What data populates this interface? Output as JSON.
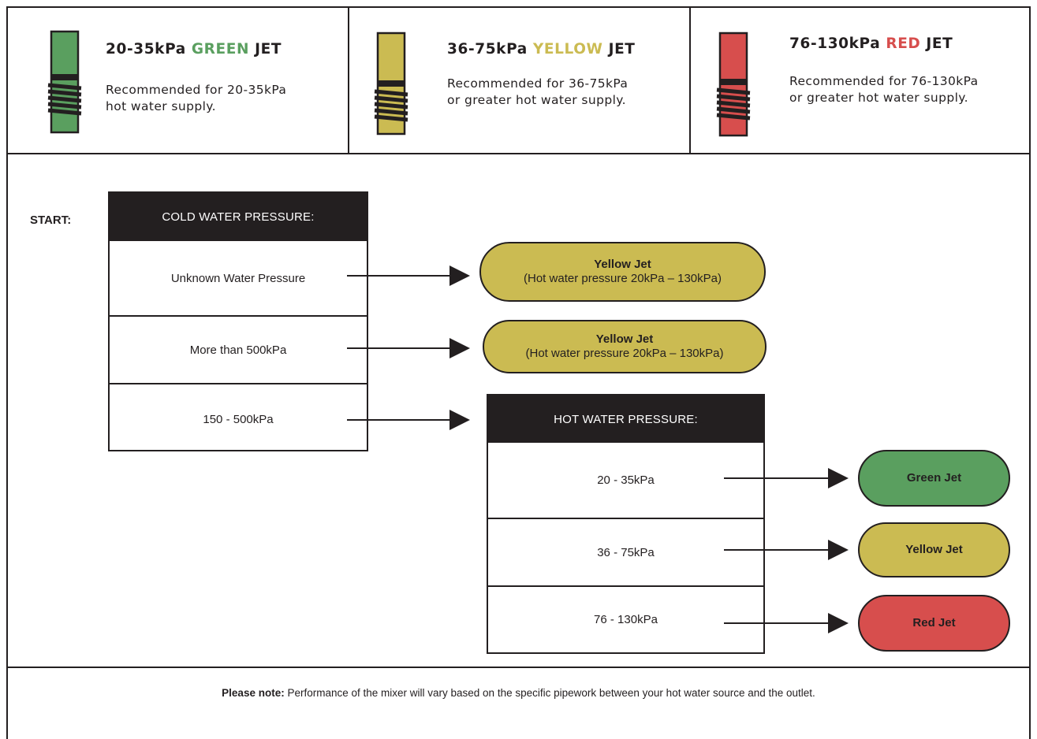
{
  "jets": [
    {
      "title_pre": "20-35kPa ",
      "title_color_word": "GREEN",
      "title_post": " JET",
      "description_line1": "Recommended for 20-35kPa",
      "description_line2": "hot water supply.",
      "color": "#5a9f5f",
      "icon": "green-jet-icon"
    },
    {
      "title_pre": "36-75kPa ",
      "title_color_word": "YELLOW",
      "title_post": " JET",
      "description_line1": "Recommended for 36-75kPa",
      "description_line2": "or greater hot water supply.",
      "color": "#cbbb52",
      "icon": "yellow-jet-icon"
    },
    {
      "title_pre": "76-130kPa ",
      "title_color_word": "RED",
      "title_post": " JET",
      "description_line1": "Recommended for 76-130kPa",
      "description_line2": "or greater hot water supply.",
      "color": "#d74e4d",
      "icon": "red-jet-icon"
    }
  ],
  "flow": {
    "start_label": "START:",
    "cold_table": {
      "header": "COLD WATER PRESSURE:",
      "rows": [
        "Unknown Water Pressure",
        "More than 500kPa",
        "150 - 500kPa"
      ]
    },
    "cold_results": [
      {
        "title": "Yellow Jet",
        "subtitle": "(Hot water pressure 20kPa – 130kPa)",
        "color": "#cbbb52"
      },
      {
        "title": "Yellow Jet",
        "subtitle": "(Hot water pressure 20kPa – 130kPa)",
        "color": "#cbbb52"
      }
    ],
    "hot_table": {
      "header": "HOT WATER PRESSURE:",
      "rows": [
        "20 - 35kPa",
        "36 - 75kPa",
        "76 - 130kPa"
      ]
    },
    "hot_results": [
      {
        "title": "Green Jet",
        "color": "#5a9f5f"
      },
      {
        "title": "Yellow Jet",
        "color": "#cbbb52"
      },
      {
        "title": "Red Jet",
        "color": "#d74e4d"
      }
    ]
  },
  "note": {
    "bold": "Please note:",
    "text": " Performance of the mixer will vary based on the specific pipework between your hot water source and the outlet."
  },
  "colors": {
    "ink": "#231f20",
    "green": "#5a9f5f",
    "yellow": "#cbbb52",
    "red": "#d74e4d"
  }
}
